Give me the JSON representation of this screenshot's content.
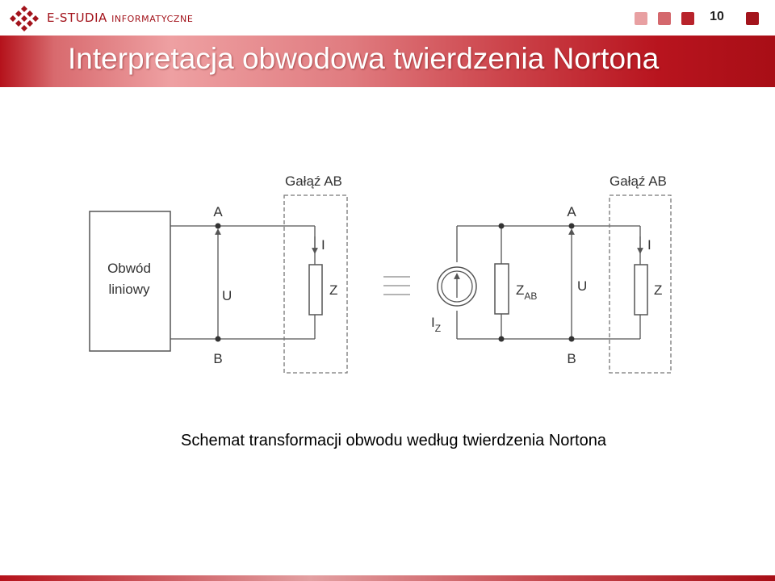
{
  "header": {
    "logo_main": "E-STUDIA",
    "logo_sub": "INFORMATYCZNE",
    "page_number": "10"
  },
  "title": "Interpretacja obwodowa twierdzenia Nortona",
  "diagram": {
    "left": {
      "box_label_line1": "Obwód",
      "box_label_line2": "liniowy",
      "node_a": "A",
      "node_b": "B",
      "voltage": "U",
      "current": "I",
      "impedance": "Z",
      "branch_label": "Gałąź AB"
    },
    "equivalence_symbol": "≡",
    "right": {
      "source_current": "I",
      "source_current_sub": "Z",
      "shunt_impedance": "Z",
      "shunt_impedance_sub": "AB",
      "node_a": "A",
      "node_b": "B",
      "voltage": "U",
      "current": "I",
      "impedance": "Z",
      "branch_label": "Gałąź AB"
    }
  },
  "caption": "Schemat transformacji obwodu według twierdzenia Nortona",
  "colors": {
    "brand_red": "#a3141c",
    "square_1": "#e8a0a2",
    "square_2": "#d4686d",
    "square_3": "#b8232b",
    "square_4": "#a3141c",
    "wire": "#555555"
  }
}
